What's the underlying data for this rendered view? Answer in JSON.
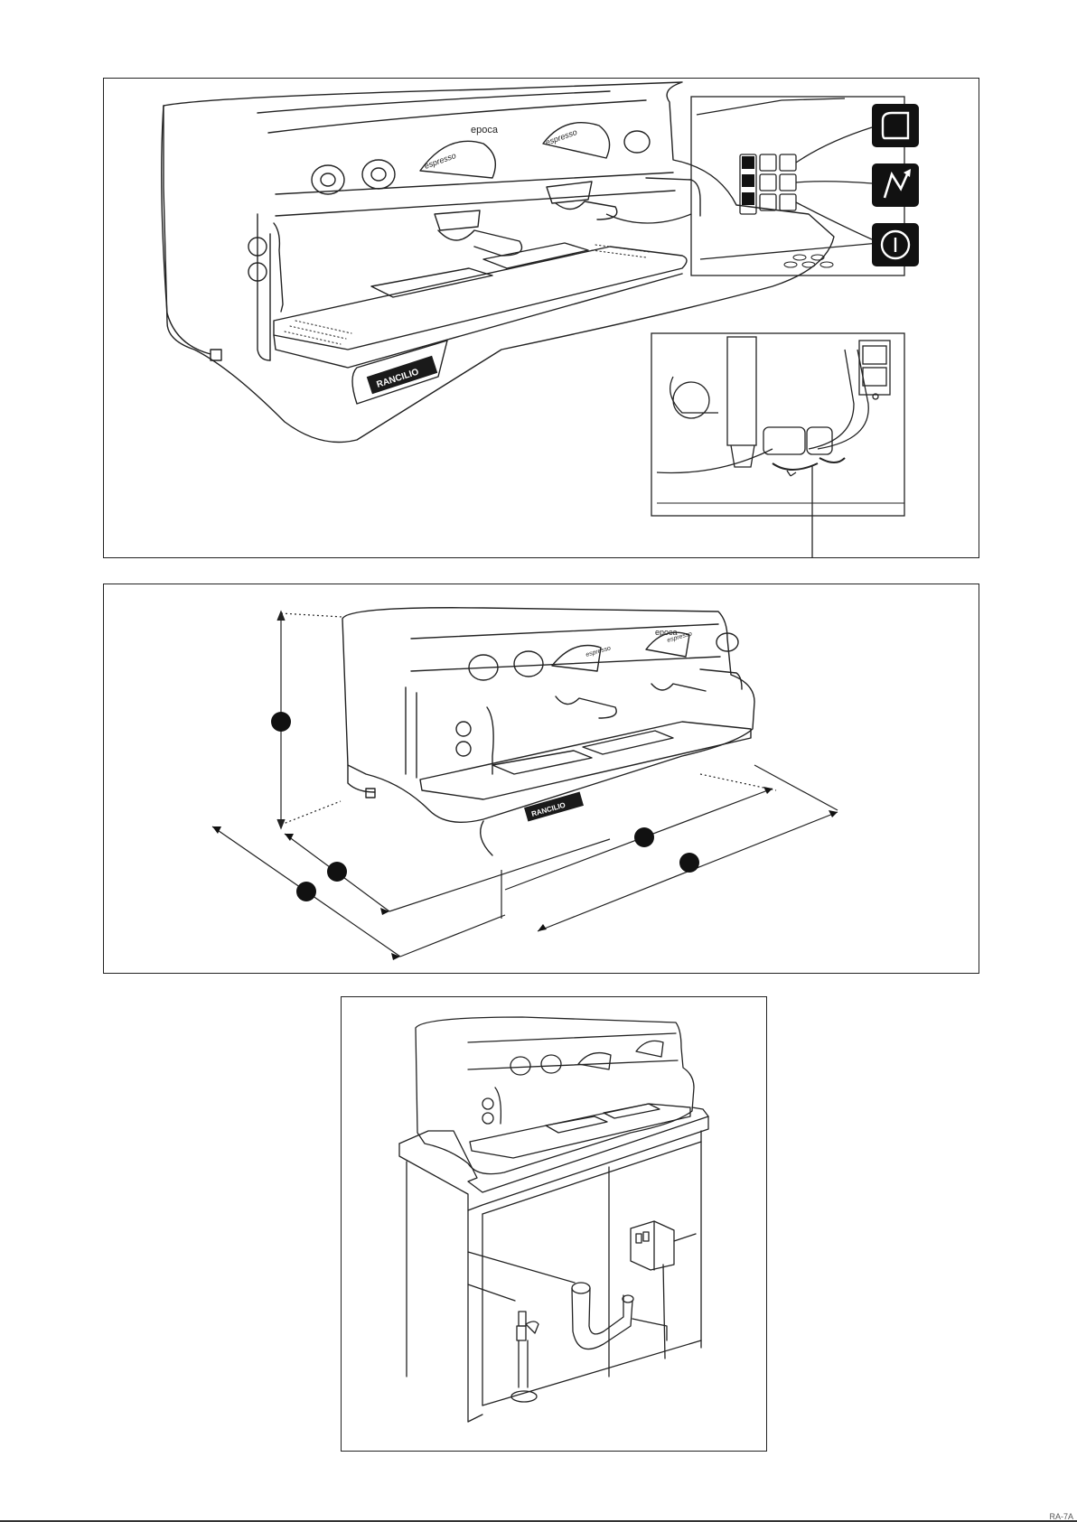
{
  "machine": {
    "model_label": "epoca",
    "group_label_left": "espresso",
    "group_label_right": "espresso",
    "brand_label": "RANCILIO"
  },
  "panel_1": {
    "switch_icons": [
      "cup-icon",
      "lightning-icon",
      "power-icon"
    ]
  },
  "panel_2": {
    "dimension_markers": [
      "dimension-marker-height",
      "dimension-marker-depth-inner",
      "dimension-marker-depth-outer",
      "dimension-marker-width-inner",
      "dimension-marker-width-outer"
    ]
  },
  "panel_3": {
    "components": [
      "drain-siphon",
      "water-tap",
      "electrical-switch"
    ]
  },
  "footer": {
    "code": "RA-7A"
  },
  "colors": {
    "line": "#222222",
    "panel_fill": "#ffffff",
    "icon_fill": "#111111"
  }
}
